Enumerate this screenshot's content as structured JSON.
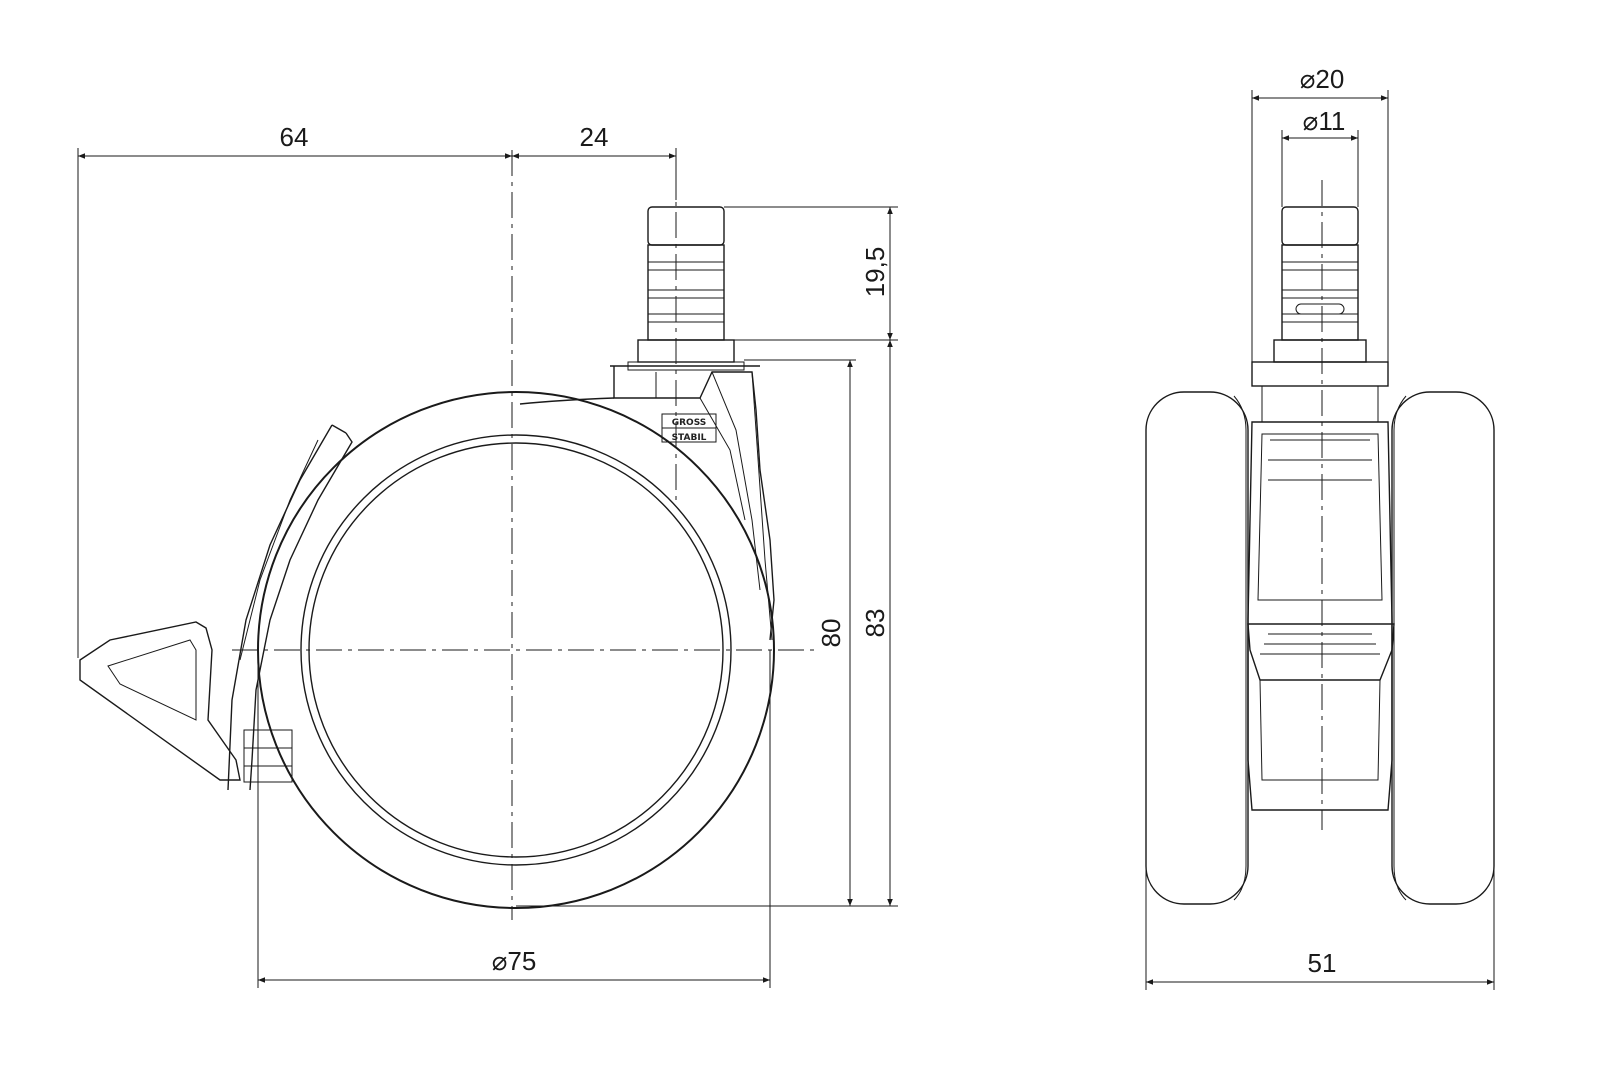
{
  "drawing": {
    "side_view": {
      "dim_offset": "64",
      "dim_stem_offset": "24",
      "dim_stem_height": "19,5",
      "dim_wheel_height": "80",
      "dim_total_height": "83",
      "dim_wheel_diameter": "⌀75",
      "logo_top": "GROSS",
      "logo_bottom": "STABIL"
    },
    "front_view": {
      "dim_collar_diameter": "⌀20",
      "dim_stem_diameter": "⌀11",
      "dim_width": "51"
    }
  }
}
